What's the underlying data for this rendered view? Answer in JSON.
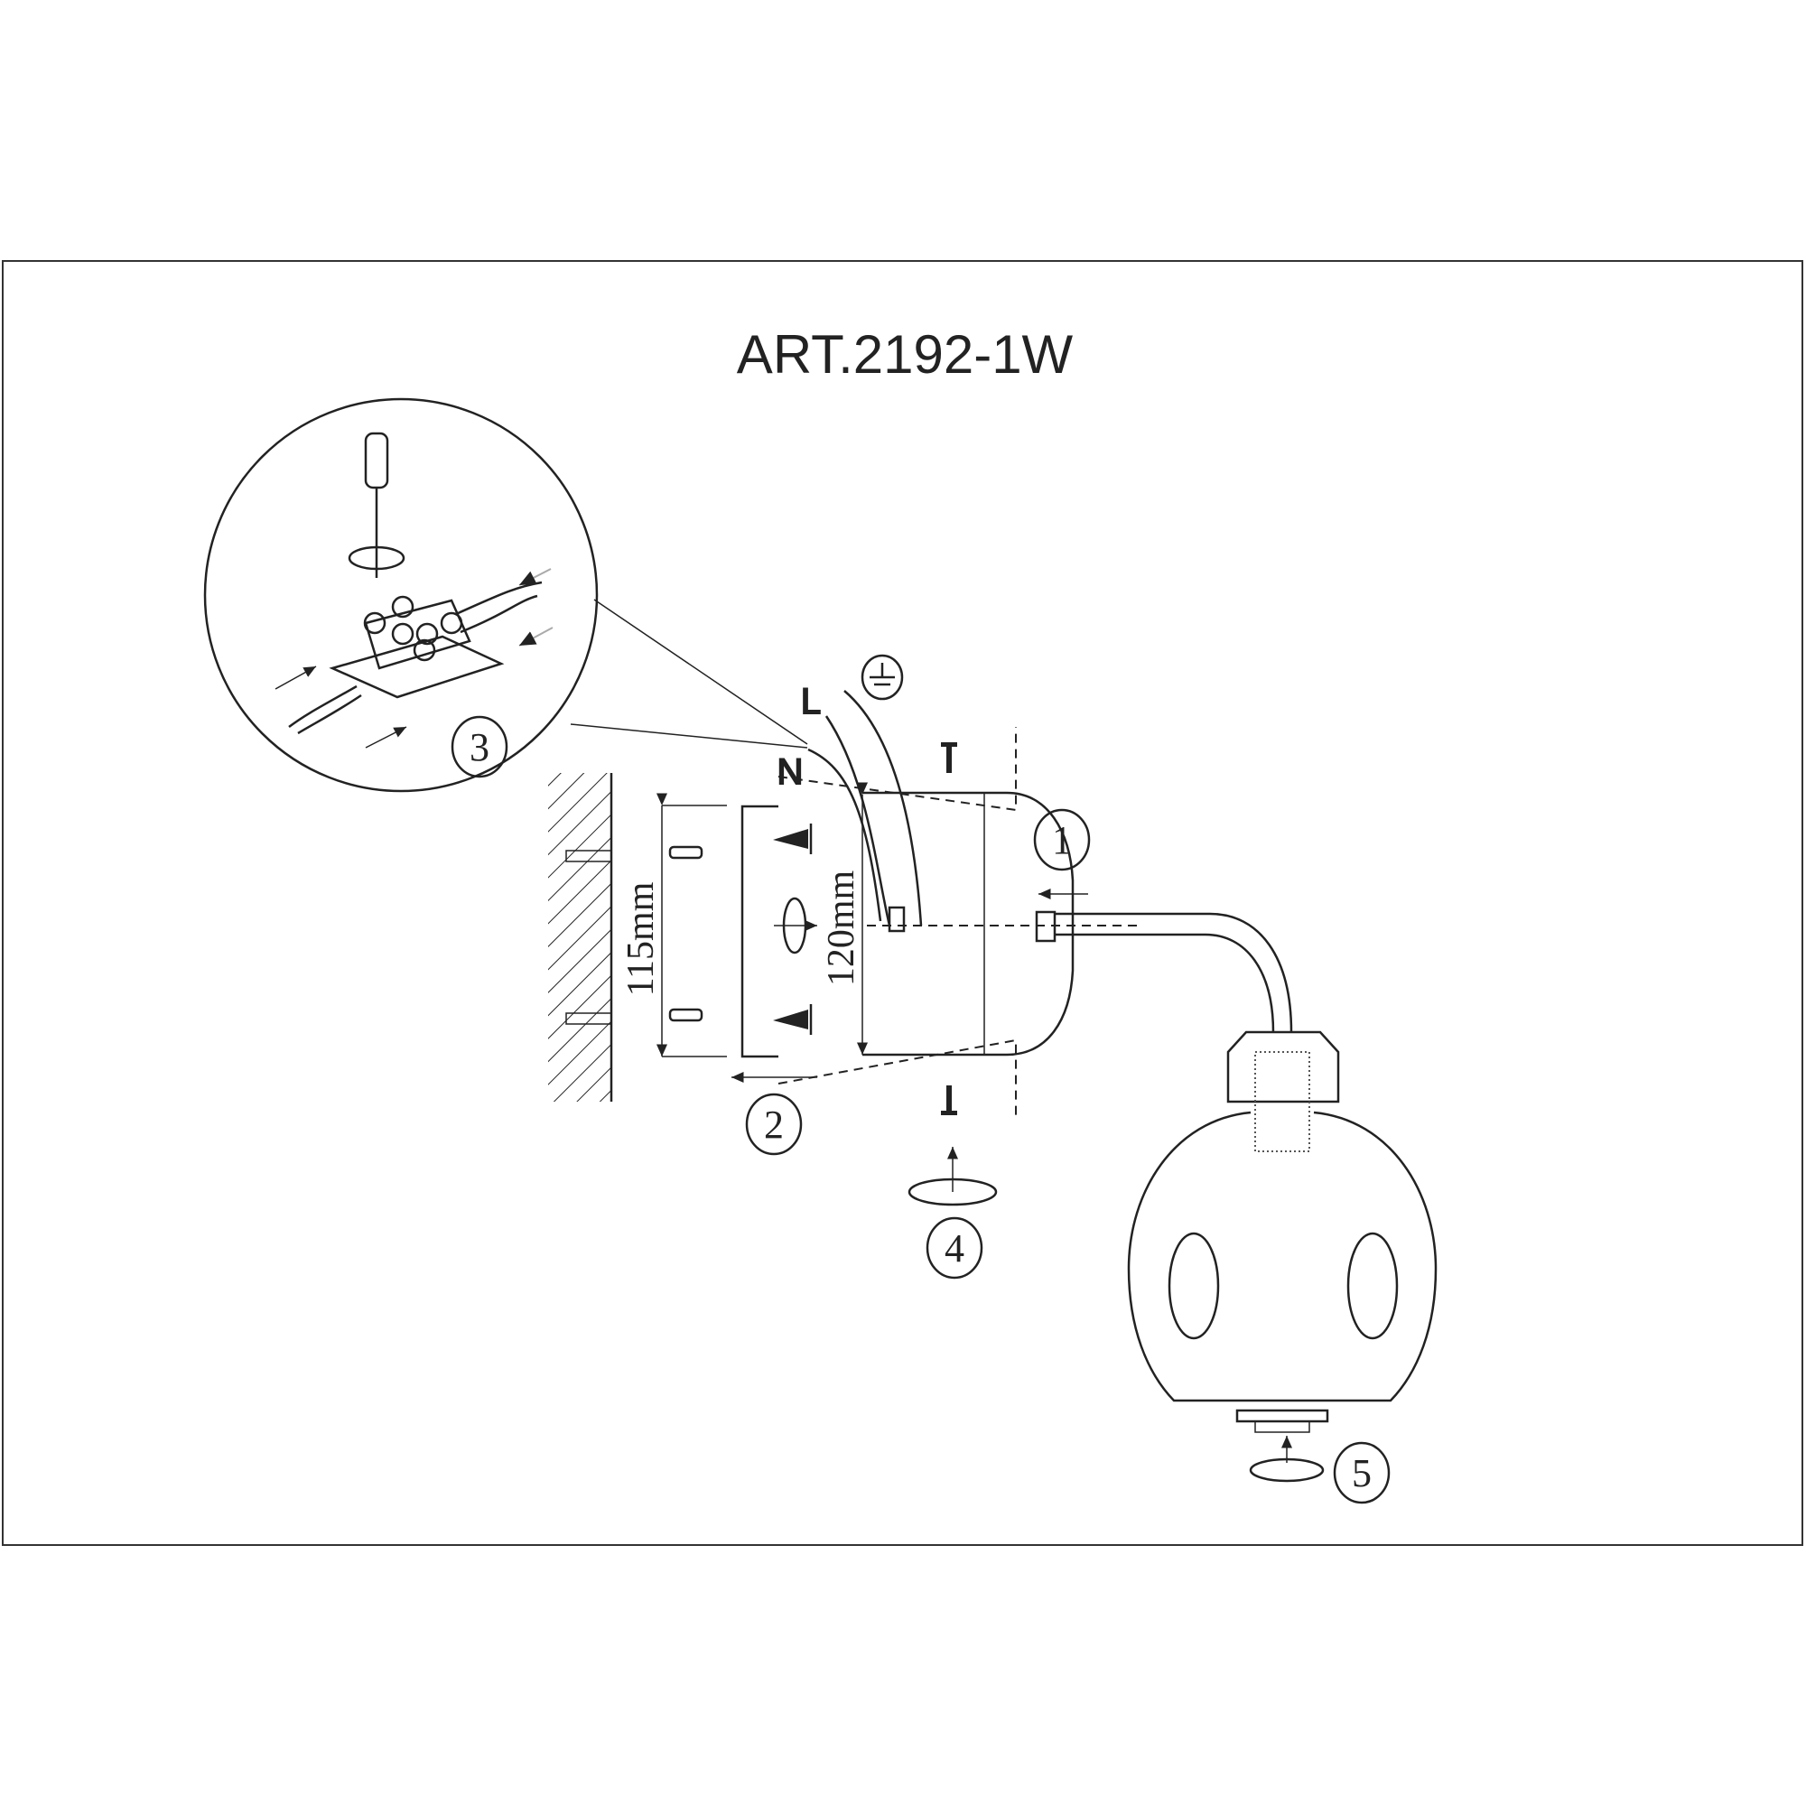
{
  "title": "ART.2192-1W",
  "wires": {
    "neutral": "N",
    "live": "L"
  },
  "dimensions": {
    "plate_holes": "115mm",
    "canopy_height": "120mm"
  },
  "steps": [
    "1",
    "2",
    "3",
    "4",
    "5"
  ],
  "colors": {
    "line": "#222222",
    "background": "#ffffff"
  }
}
